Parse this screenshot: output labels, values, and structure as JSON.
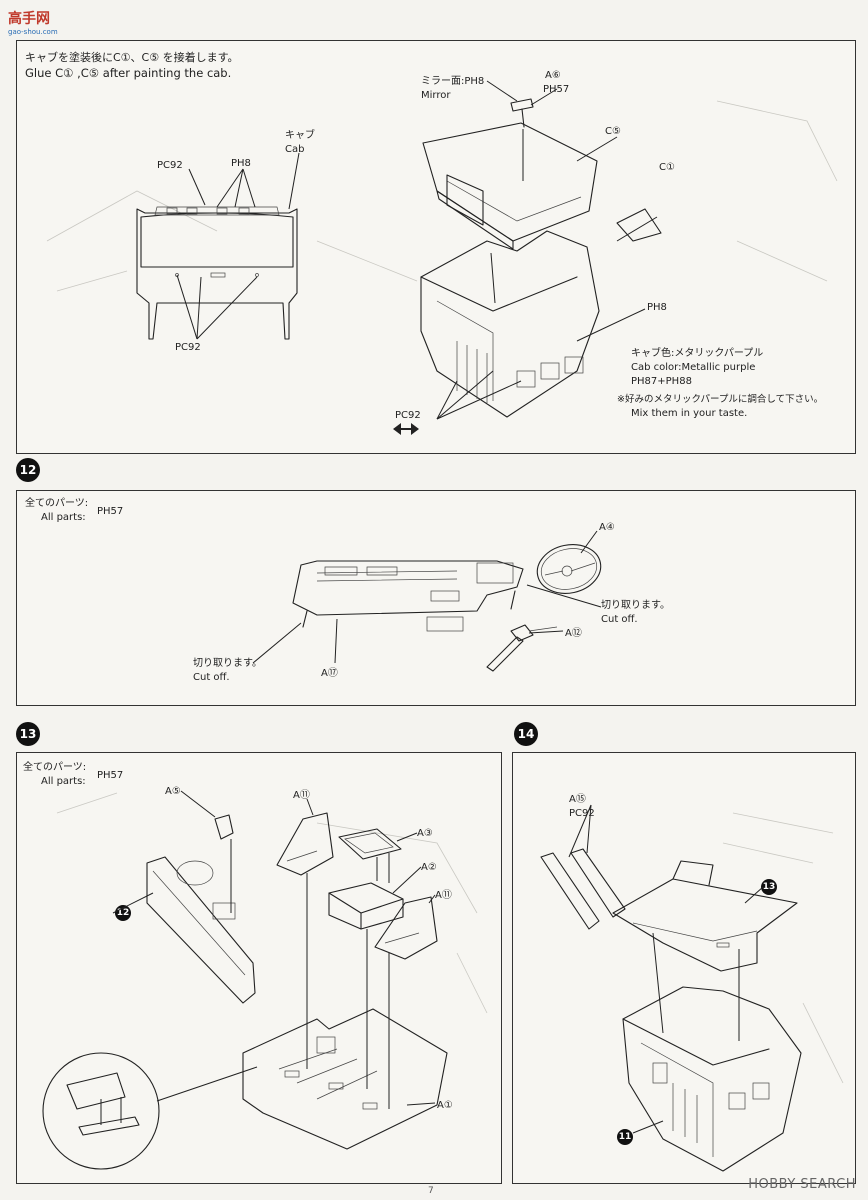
{
  "watermark": {
    "logo": "高手网",
    "site": "gao-shou.com"
  },
  "top_panel": {
    "instruction_jp": "キャブを塗装後にC①、C⑤ を接着します。",
    "instruction_en": "Glue C① ,C⑤ after painting the cab.",
    "cab_label_jp": "キャブ",
    "cab_label_en": "Cab",
    "pc92_a": "PC92",
    "ph8_a": "PH8",
    "pc92_b": "PC92",
    "mirror_jp": "ミラー面:PH8",
    "mirror_en": "Mirror",
    "a6": "A⑥",
    "ph57": "PH57",
    "c5": "C⑤",
    "c1": "C①",
    "ph8_b": "PH8",
    "cab_color_jp": "キャブ色:メタリックパープル",
    "cab_color_en": "Cab color:Metallic purple",
    "ph87": "PH87+PH88",
    "mix_jp": "※好みのメタリックパープルに調合して下さい。",
    "mix_en": "Mix them in your taste.",
    "pc92_c": "PC92"
  },
  "step12": {
    "number": "12",
    "all_parts_jp": "全てのパーツ:",
    "all_parts_en": "All parts:",
    "paint": "PH57",
    "a4": "A④",
    "cut_jp_1": "切り取ります。",
    "cut_en_1": "Cut off.",
    "a12": "A⑫",
    "cut_jp_2": "切り取ります。",
    "cut_en_2": "Cut off.",
    "a17": "A⑰"
  },
  "step13": {
    "number": "13",
    "all_parts_jp": "全てのパーツ:",
    "all_parts_en": "All parts:",
    "paint": "PH57",
    "a5": "A⑤",
    "a11_a": "A⑪",
    "a3": "A③",
    "a2": "A②",
    "a11_b": "A⑪",
    "ref12": "12",
    "a1": "A①"
  },
  "step14": {
    "number": "14",
    "a15": "A⑮",
    "pc92": "PC92",
    "ref13": "13",
    "ref11": "11"
  },
  "footer": {
    "page": "7",
    "brand": "HOBBY SEARCH"
  }
}
